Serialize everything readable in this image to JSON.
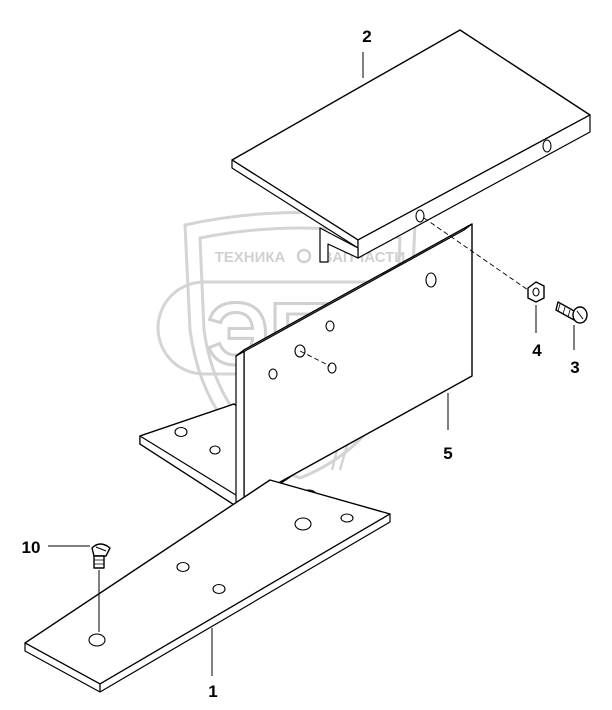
{
  "watermark": {
    "brand_left": "ТЕХНИКА",
    "brand_right": "ЗАПЧАСТИ",
    "logo_letters": "ЭПФ"
  },
  "callouts": [
    {
      "id": "1",
      "label": "1"
    },
    {
      "id": "2",
      "label": "2"
    },
    {
      "id": "3",
      "label": "3"
    },
    {
      "id": "4",
      "label": "4"
    },
    {
      "id": "5",
      "label": "5"
    },
    {
      "id": "10",
      "label": "10"
    }
  ]
}
